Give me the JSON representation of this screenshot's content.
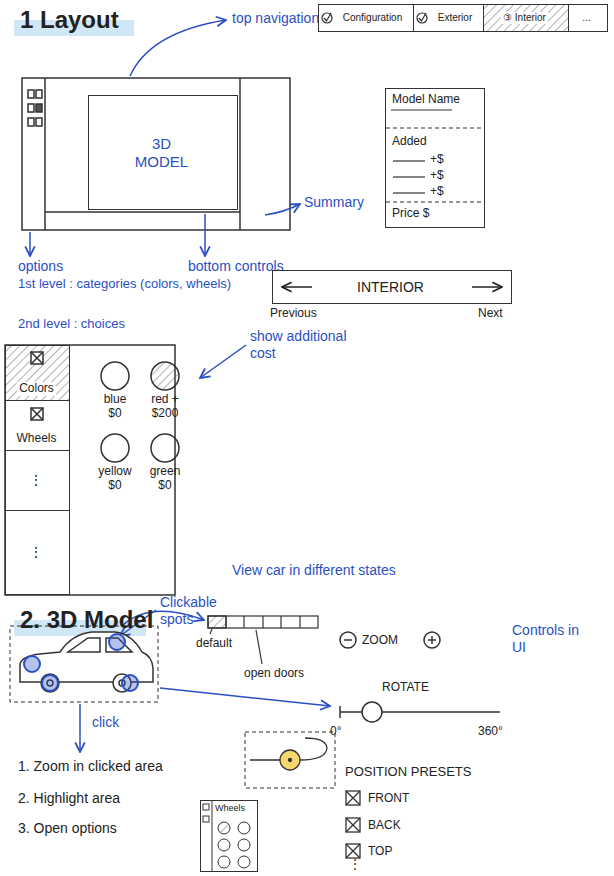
{
  "diagram": {
    "nodes": [
      {
        "text": [
          "Configuration"
        ]
      },
      {
        "text": [
          "Exterior"
        ]
      },
      {
        "text": [
          "③ Interior"
        ]
      },
      {
        "text": [
          "..."
        ]
      },
      {
        "text": [
          "3D MODEL"
        ]
      },
      {
        "text": [
          "Model Name",
          "Added",
          "+$",
          "+$",
          "+$",
          "Price $"
        ]
      },
      {
        "text": [
          "INTERIOR"
        ]
      },
      {
        "text": [
          "Colors"
        ]
      },
      {
        "text": [
          "Wheels"
        ]
      },
      {
        "text": [
          "⋮"
        ]
      },
      {
        "text": [
          "⋮"
        ]
      },
      {
        "text": [
          "Wheels"
        ]
      }
    ],
    "labels": [
      "1 Layout",
      "top navigation",
      "Summary",
      "options",
      "bottom controls",
      "1st level : categories (colors, wheels)",
      "2nd level : choices",
      "Previous",
      "Next",
      "blue $0",
      "red + $200",
      "yellow $0",
      "green $0",
      "show additional cost",
      "2. 3D Model",
      "View car in different states",
      "Clickable spots",
      "default",
      "open doors",
      "ZOOM",
      "Controls in UI",
      "ROTATE",
      "0°",
      "360°",
      "POSITION PRESETS",
      "FRONT",
      "BACK",
      "TOP",
      "⋮",
      "click",
      "1. Zoom in clicked area",
      "2. Highlight area",
      "3. Open options"
    ]
  }
}
